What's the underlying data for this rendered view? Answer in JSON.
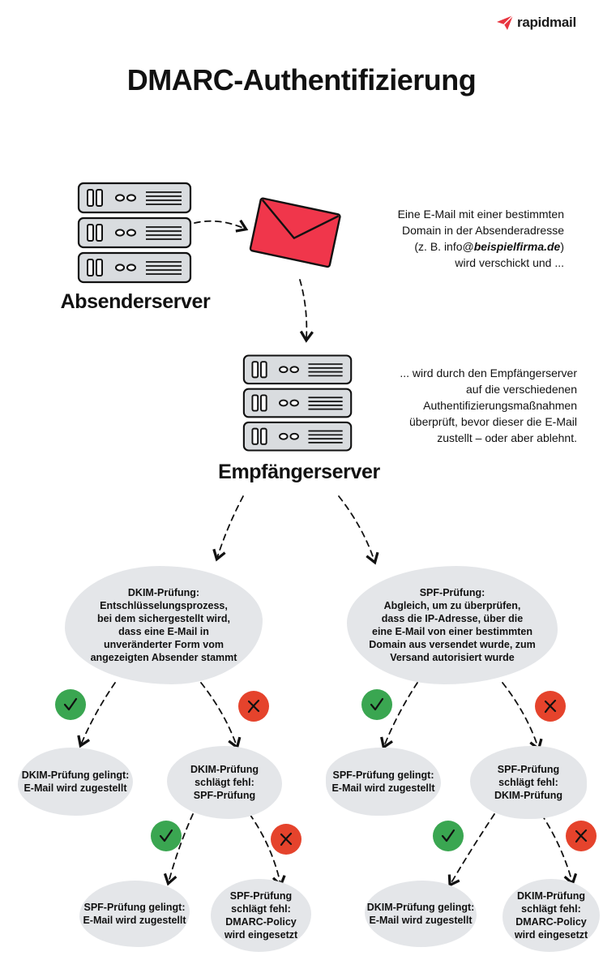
{
  "brand": {
    "name": "rapidmail",
    "logo_color": "#e8343f"
  },
  "title": "DMARC-Authentifizierung",
  "sender": {
    "label": "Absenderserver",
    "description": {
      "line1": "Eine E-Mail mit einer bestimmten",
      "line2": "Domain in der Absenderadresse",
      "line3_prefix": "(z. B. info@",
      "line3_em": "beispielfirma.de",
      "line3_suffix": ")",
      "line4": "wird verschickt und ..."
    }
  },
  "receiver": {
    "label": "Empfängerserver",
    "description": [
      "... wird durch den Empfängerserver",
      "auf die verschiedenen",
      "Authentifizierungsmaßnahmen",
      "überprüft, bevor dieser die E-Mail",
      "zustellt – oder aber ablehnt."
    ]
  },
  "dkim_check": [
    "DKIM-Prüfung:",
    "Entschlüsselungsprozess,",
    "bei dem sichergestellt wird,",
    "dass eine E-Mail in",
    "unveränderter Form vom",
    "angezeigten Absender stammt"
  ],
  "spf_check": [
    "SPF-Prüfung:",
    "Abgleich, um zu überprüfen,",
    "dass die IP-Adresse, über die",
    "eine E-Mail von einer bestimmten",
    "Domain aus versendet wurde, zum",
    "Versand autorisiert wurde"
  ],
  "left_branch": {
    "success": [
      "DKIM-Prüfung gelingt:",
      "E-Mail wird zugestellt"
    ],
    "fail": [
      "DKIM-Prüfung",
      "schlägt fehl:",
      "SPF-Prüfung"
    ],
    "fail_success": [
      "SPF-Prüfung gelingt:",
      "E-Mail wird zugestellt"
    ],
    "fail_fail": [
      "SPF-Prüfung",
      "schlägt fehl:",
      "DMARC-Policy",
      "wird eingesetzt"
    ]
  },
  "right_branch": {
    "success": [
      "SPF-Prüfung gelingt:",
      "E-Mail wird zugestellt"
    ],
    "fail": [
      "SPF-Prüfung",
      "schlägt fehl:",
      "DKIM-Prüfung"
    ],
    "fail_success": [
      "DKIM-Prüfung gelingt:",
      "E-Mail wird zugestellt"
    ],
    "fail_fail": [
      "DKIM-Prüfung",
      "schlägt fehl:",
      "DMARC-Policy",
      "wird eingesetzt"
    ]
  },
  "colors": {
    "envelope": "#f0364b",
    "success": "#3aa651",
    "fail": "#e5432c",
    "blob": "#e4e6e9",
    "server": "#d9dcdf"
  },
  "icons": {
    "success": "check-icon",
    "fail": "cross-icon",
    "server": "server-rack-icon",
    "mail": "envelope-icon"
  }
}
